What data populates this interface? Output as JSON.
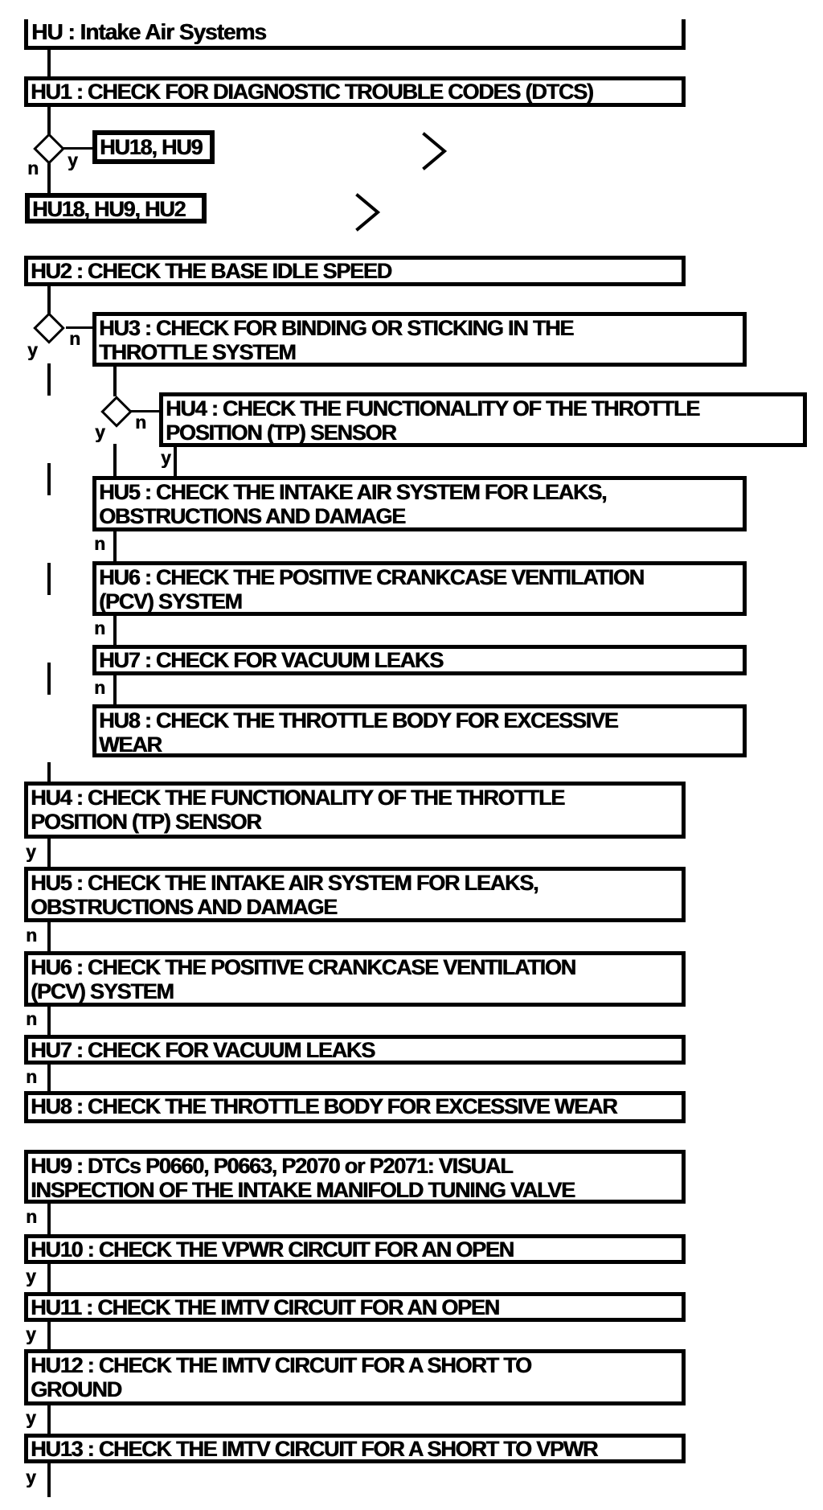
{
  "figure": {
    "title": "HU : Intake Air Systems",
    "type": "pinpoint-test-flowchart"
  },
  "colors": {
    "ink": "#000000",
    "paper": "#ffffff"
  },
  "boxes": {
    "header": {
      "text": "HU : Intake Air Systems"
    },
    "hu1": {
      "lines": [
        "HU1 : CHECK FOR DIAGNOSTIC TROUBLE CODES (DTCS)"
      ]
    },
    "hu18_hu9": {
      "lines": [
        "HU18, HU9"
      ]
    },
    "hu18_hu9_hu2": {
      "lines": [
        "HU18, HU9, HU2"
      ]
    },
    "hu2": {
      "lines": [
        "HU2 : CHECK THE BASE IDLE SPEED"
      ]
    },
    "hu3": {
      "lines": [
        "HU3 : CHECK FOR BINDING OR STICKING IN THE",
        "THROTTLE SYSTEM"
      ]
    },
    "hu4a": {
      "lines": [
        "HU4 : CHECK THE FUNCTIONALITY OF THE THROTTLE",
        "POSITION (TP) SENSOR"
      ]
    },
    "hu5a": {
      "lines": [
        "HU5 : CHECK THE INTAKE AIR SYSTEM FOR LEAKS,",
        "OBSTRUCTIONS AND DAMAGE"
      ]
    },
    "hu6a": {
      "lines": [
        "HU6 : CHECK THE POSITIVE CRANKCASE VENTILATION",
        "(PCV) SYSTEM"
      ]
    },
    "hu7a": {
      "lines": [
        "HU7 : CHECK FOR VACUUM LEAKS"
      ]
    },
    "hu8a": {
      "lines": [
        "HU8 : CHECK THE THROTTLE BODY FOR EXCESSIVE",
        "WEAR"
      ]
    },
    "hu4b": {
      "lines": [
        "HU4 : CHECK THE FUNCTIONALITY OF THE THROTTLE",
        "POSITION (TP) SENSOR"
      ]
    },
    "hu5b": {
      "lines": [
        "HU5 : CHECK THE INTAKE AIR SYSTEM FOR LEAKS,",
        "OBSTRUCTIONS AND DAMAGE"
      ]
    },
    "hu6b": {
      "lines": [
        "HU6 : CHECK THE POSITIVE CRANKCASE VENTILATION",
        "(PCV) SYSTEM"
      ]
    },
    "hu7b": {
      "lines": [
        "HU7 : CHECK FOR VACUUM LEAKS"
      ]
    },
    "hu8b": {
      "lines": [
        "HU8 : CHECK THE THROTTLE BODY FOR EXCESSIVE WEAR"
      ]
    },
    "hu9": {
      "lines": [
        "HU9 : DTCs P0660, P0663, P2070 or P2071: VISUAL",
        "INSPECTION OF THE INTAKE MANIFOLD TUNING VALVE"
      ]
    },
    "hu10": {
      "lines": [
        "HU10 : CHECK THE VPWR CIRCUIT FOR AN OPEN"
      ]
    },
    "hu11": {
      "lines": [
        "HU11 : CHECK THE IMTV CIRCUIT FOR AN OPEN"
      ]
    },
    "hu12": {
      "lines": [
        "HU12 : CHECK THE IMTV CIRCUIT FOR A SHORT TO",
        "GROUND"
      ]
    },
    "hu13": {
      "lines": [
        "HU13 : CHECK THE IMTV CIRCUIT FOR A SHORT TO VPWR"
      ]
    }
  },
  "branch_labels": {
    "d1_yes": "y",
    "d1_no": "n",
    "d2_no": "n",
    "d2_yes": "y",
    "d3_no": "n",
    "d3_yes": "y",
    "hu4a_out": "y",
    "hu5a_out": "n",
    "hu6a_out": "n",
    "hu7a_out": "n",
    "hu4b_out": "y",
    "hu5b_out": "n",
    "hu6b_out": "n",
    "hu7b_out": "n",
    "hu9_out": "n",
    "hu10_out": "y",
    "hu11_out": "y",
    "hu12_out": "y",
    "hu13_out": "y"
  }
}
